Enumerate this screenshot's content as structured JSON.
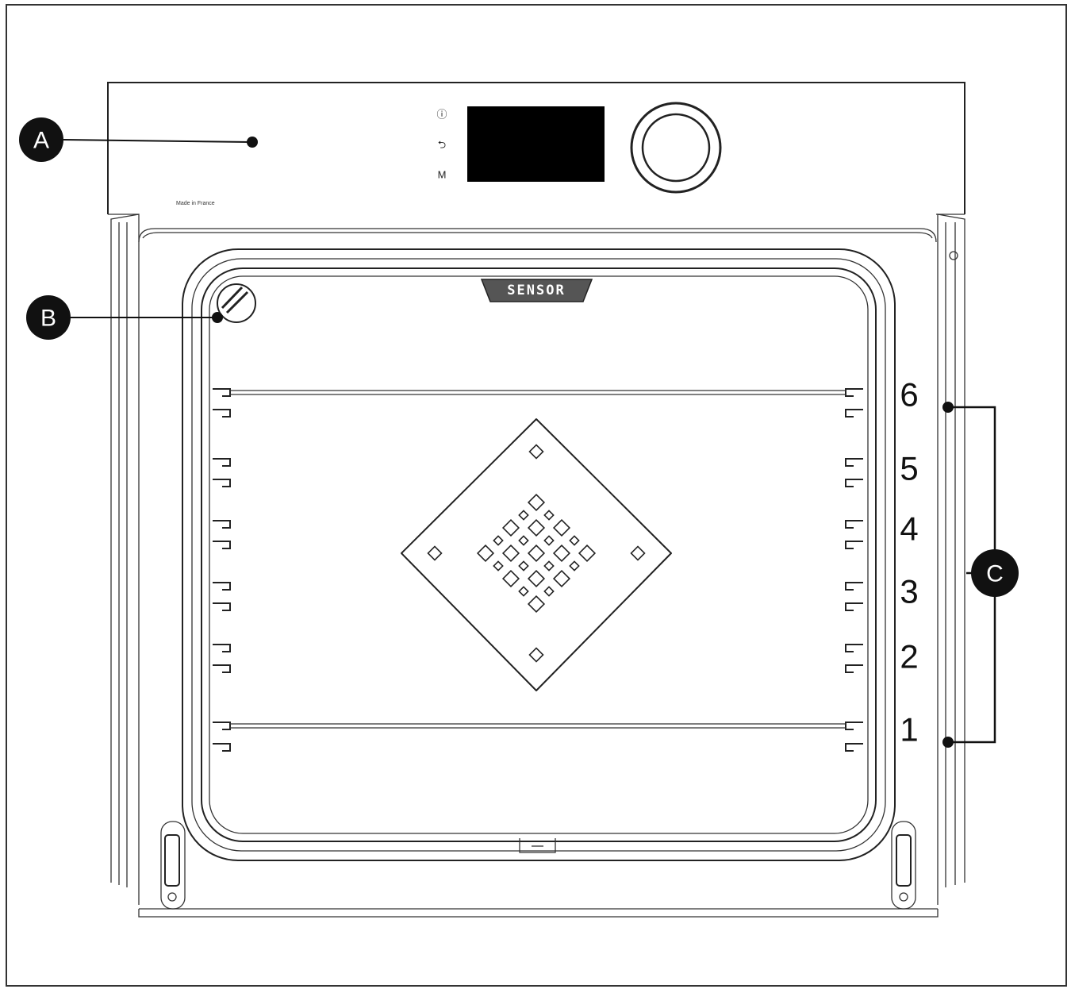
{
  "panel": {
    "brand_text": "Made in France",
    "controls": {
      "info_symbol": "ⓘ",
      "back_symbol": "⮌",
      "menu_symbol": "M"
    }
  },
  "oven": {
    "sensor_label": "SENSOR"
  },
  "callouts": {
    "a": "A",
    "b": "B",
    "c": "C"
  },
  "levels": [
    "6",
    "5",
    "4",
    "3",
    "2",
    "1"
  ],
  "icons": [
    "control-knob-icon",
    "info-icon",
    "back-icon",
    "menu-icon",
    "temperature-probe-icon",
    "fan-cover-icon"
  ]
}
